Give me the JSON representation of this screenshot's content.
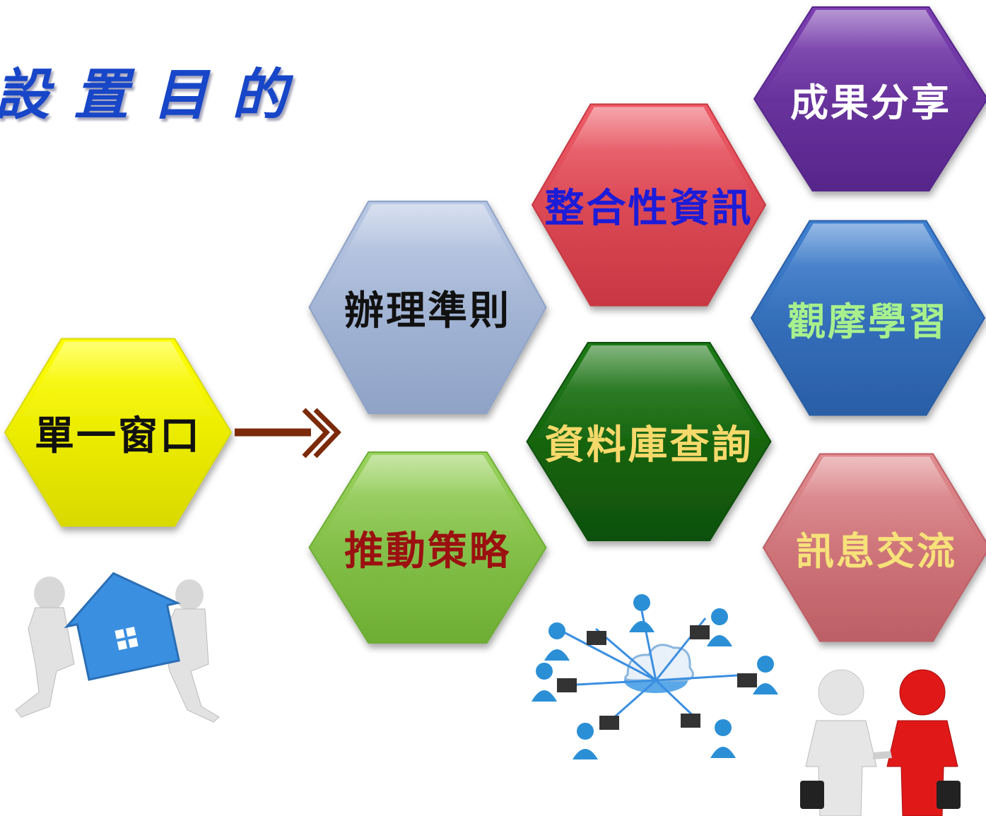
{
  "title": "設置目的",
  "hexagons": [
    {
      "id": "single-window",
      "label": "單一窗口",
      "fill": "#ffff00",
      "fill_dark": "#d9d900",
      "text_color": "#111111"
    },
    {
      "id": "guidelines",
      "label": "辦理準則",
      "fill": "#b8c7e3",
      "fill_dark": "#8fa3c7",
      "text_color": "#111111"
    },
    {
      "id": "strategy",
      "label": "推動策略",
      "fill": "#9ad25e",
      "fill_dark": "#6eae34",
      "text_color": "#9b1010"
    },
    {
      "id": "integrated-info",
      "label": "整合性資訊",
      "fill": "#ee5b66",
      "fill_dark": "#c83743",
      "text_color": "#1c1cd8"
    },
    {
      "id": "database-query",
      "label": "資料庫查詢",
      "fill": "#1f7a17",
      "fill_dark": "#0f5008",
      "text_color": "#f7d96b"
    },
    {
      "id": "results-sharing",
      "label": "成果分享",
      "fill": "#7b3fb0",
      "fill_dark": "#56268a",
      "text_color": "#ffffff"
    },
    {
      "id": "observation-learning",
      "label": "觀摩學習",
      "fill": "#3f80d0",
      "fill_dark": "#2a5ea6",
      "text_color": "#a8f08c"
    },
    {
      "id": "message-exchange",
      "label": "訊息交流",
      "fill": "#e08b8f",
      "fill_dark": "#bd5f66",
      "text_color": "#f7e27a"
    }
  ],
  "arrow_color": "#7b2a0a",
  "illustrations": [
    "house-movers-icon",
    "cloud-network-icon",
    "handshake-icon"
  ]
}
